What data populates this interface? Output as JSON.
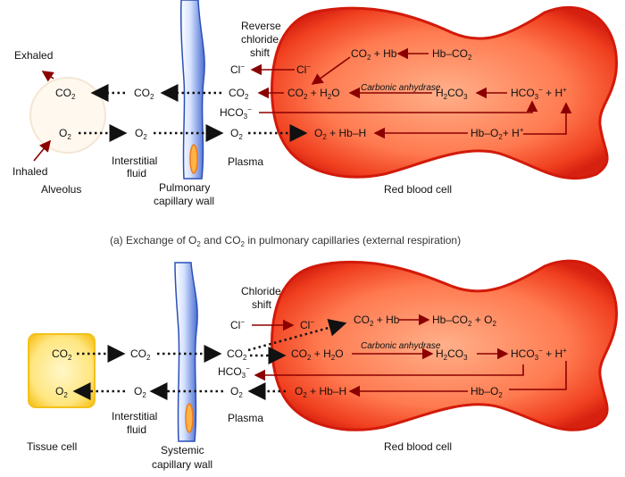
{
  "panel_a": {
    "exhaled": "Exhaled",
    "inhaled": "Inhaled",
    "alveolus": "Alveolus",
    "reverse_shift_1": "Reverse",
    "reverse_shift_2": "chloride",
    "reverse_shift_3": "shift",
    "interstitial_1": "Interstitial",
    "interstitial_2": "fluid",
    "wall_1": "Pulmonary",
    "wall_2": "capillary wall",
    "plasma": "Plasma",
    "rbc": "Red blood cell",
    "enzyme": "Carbonic anhydrase",
    "caption_pre": "(a) Exchange of O",
    "caption_mid": " and CO",
    "caption_post": " in pulmonary capillaries (external respiration)"
  },
  "panel_b": {
    "chloride_1": "Chloride",
    "chloride_2": "shift",
    "tissue_cell": "Tissue cell",
    "interstitial_1": "Interstitial",
    "interstitial_2": "fluid",
    "wall_1": "Systemic",
    "wall_2": "capillary wall",
    "plasma": "Plasma",
    "rbc": "Red blood cell",
    "enzyme": "Carbonic anhydrase"
  },
  "colors": {
    "arrow_red": "#8b0000",
    "cell_red": "#e8301a",
    "tissue_yellow": "#ffd94a",
    "vessel_blue": "#3a5fc8"
  }
}
